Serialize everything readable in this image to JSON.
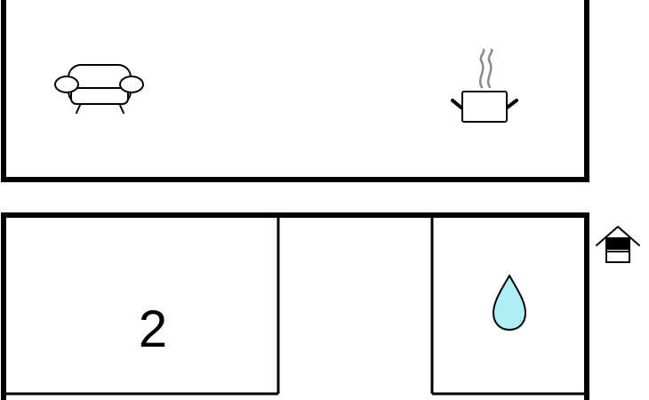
{
  "floor_plan": {
    "rooms": [
      {
        "id": "top-room",
        "icons": [
          "sofa-icon",
          "cooking-pot-icon"
        ]
      },
      {
        "id": "bedroom",
        "number": "2"
      },
      {
        "id": "hallway"
      },
      {
        "id": "bathroom",
        "icons": [
          "water-drop-icon"
        ]
      }
    ],
    "exterior_icons": [
      "house-entrance-icon"
    ],
    "colors": {
      "walls": "#000000",
      "background": "#ffffff",
      "water_drop_fill": "#aeeff5",
      "steam": "#888888"
    }
  }
}
